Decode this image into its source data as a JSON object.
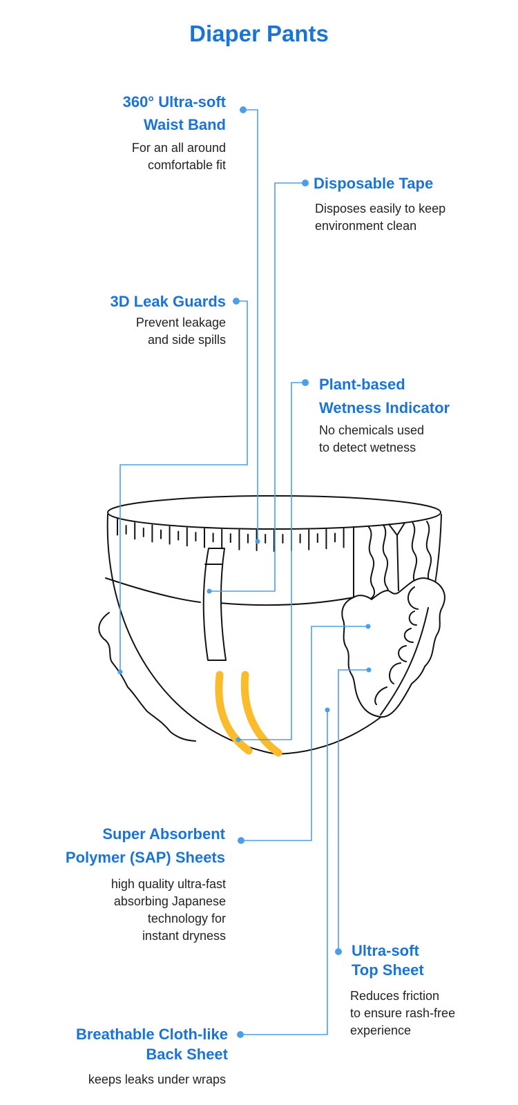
{
  "title": "Diaper Pants",
  "colors": {
    "accent": "#1a74d4",
    "leader": "#4a9fe8",
    "indicator": "#fbbc2c",
    "outline": "#111111"
  },
  "features": {
    "waist_band": {
      "title": [
        "360° Ultra-soft",
        "Waist Band"
      ],
      "desc": [
        "For an all around",
        "comfortable fit"
      ]
    },
    "tape": {
      "title": [
        "Disposable Tape"
      ],
      "desc": [
        "Disposes easily to keep",
        "environment clean"
      ]
    },
    "leak_guards": {
      "title": [
        "3D Leak Guards"
      ],
      "desc": [
        "Prevent leakage",
        "and side spills"
      ]
    },
    "wetness": {
      "title": [
        "Plant-based",
        "Wetness Indicator"
      ],
      "desc": [
        "No chemicals used",
        "to detect wetness"
      ]
    },
    "sap": {
      "title": [
        "Super Absorbent",
        "Polymer (SAP) Sheets"
      ],
      "desc": [
        "high quality ultra-fast",
        "absorbing Japanese",
        "technology for",
        "instant dryness"
      ]
    },
    "top_sheet": {
      "title": [
        "Ultra-soft",
        "Top Sheet"
      ],
      "desc": [
        "Reduces friction",
        "to ensure rash-free",
        "experience"
      ]
    },
    "back_sheet": {
      "title": [
        "Breathable Cloth-like",
        "Back Sheet"
      ],
      "desc": [
        "keeps leaks under wraps"
      ]
    }
  }
}
